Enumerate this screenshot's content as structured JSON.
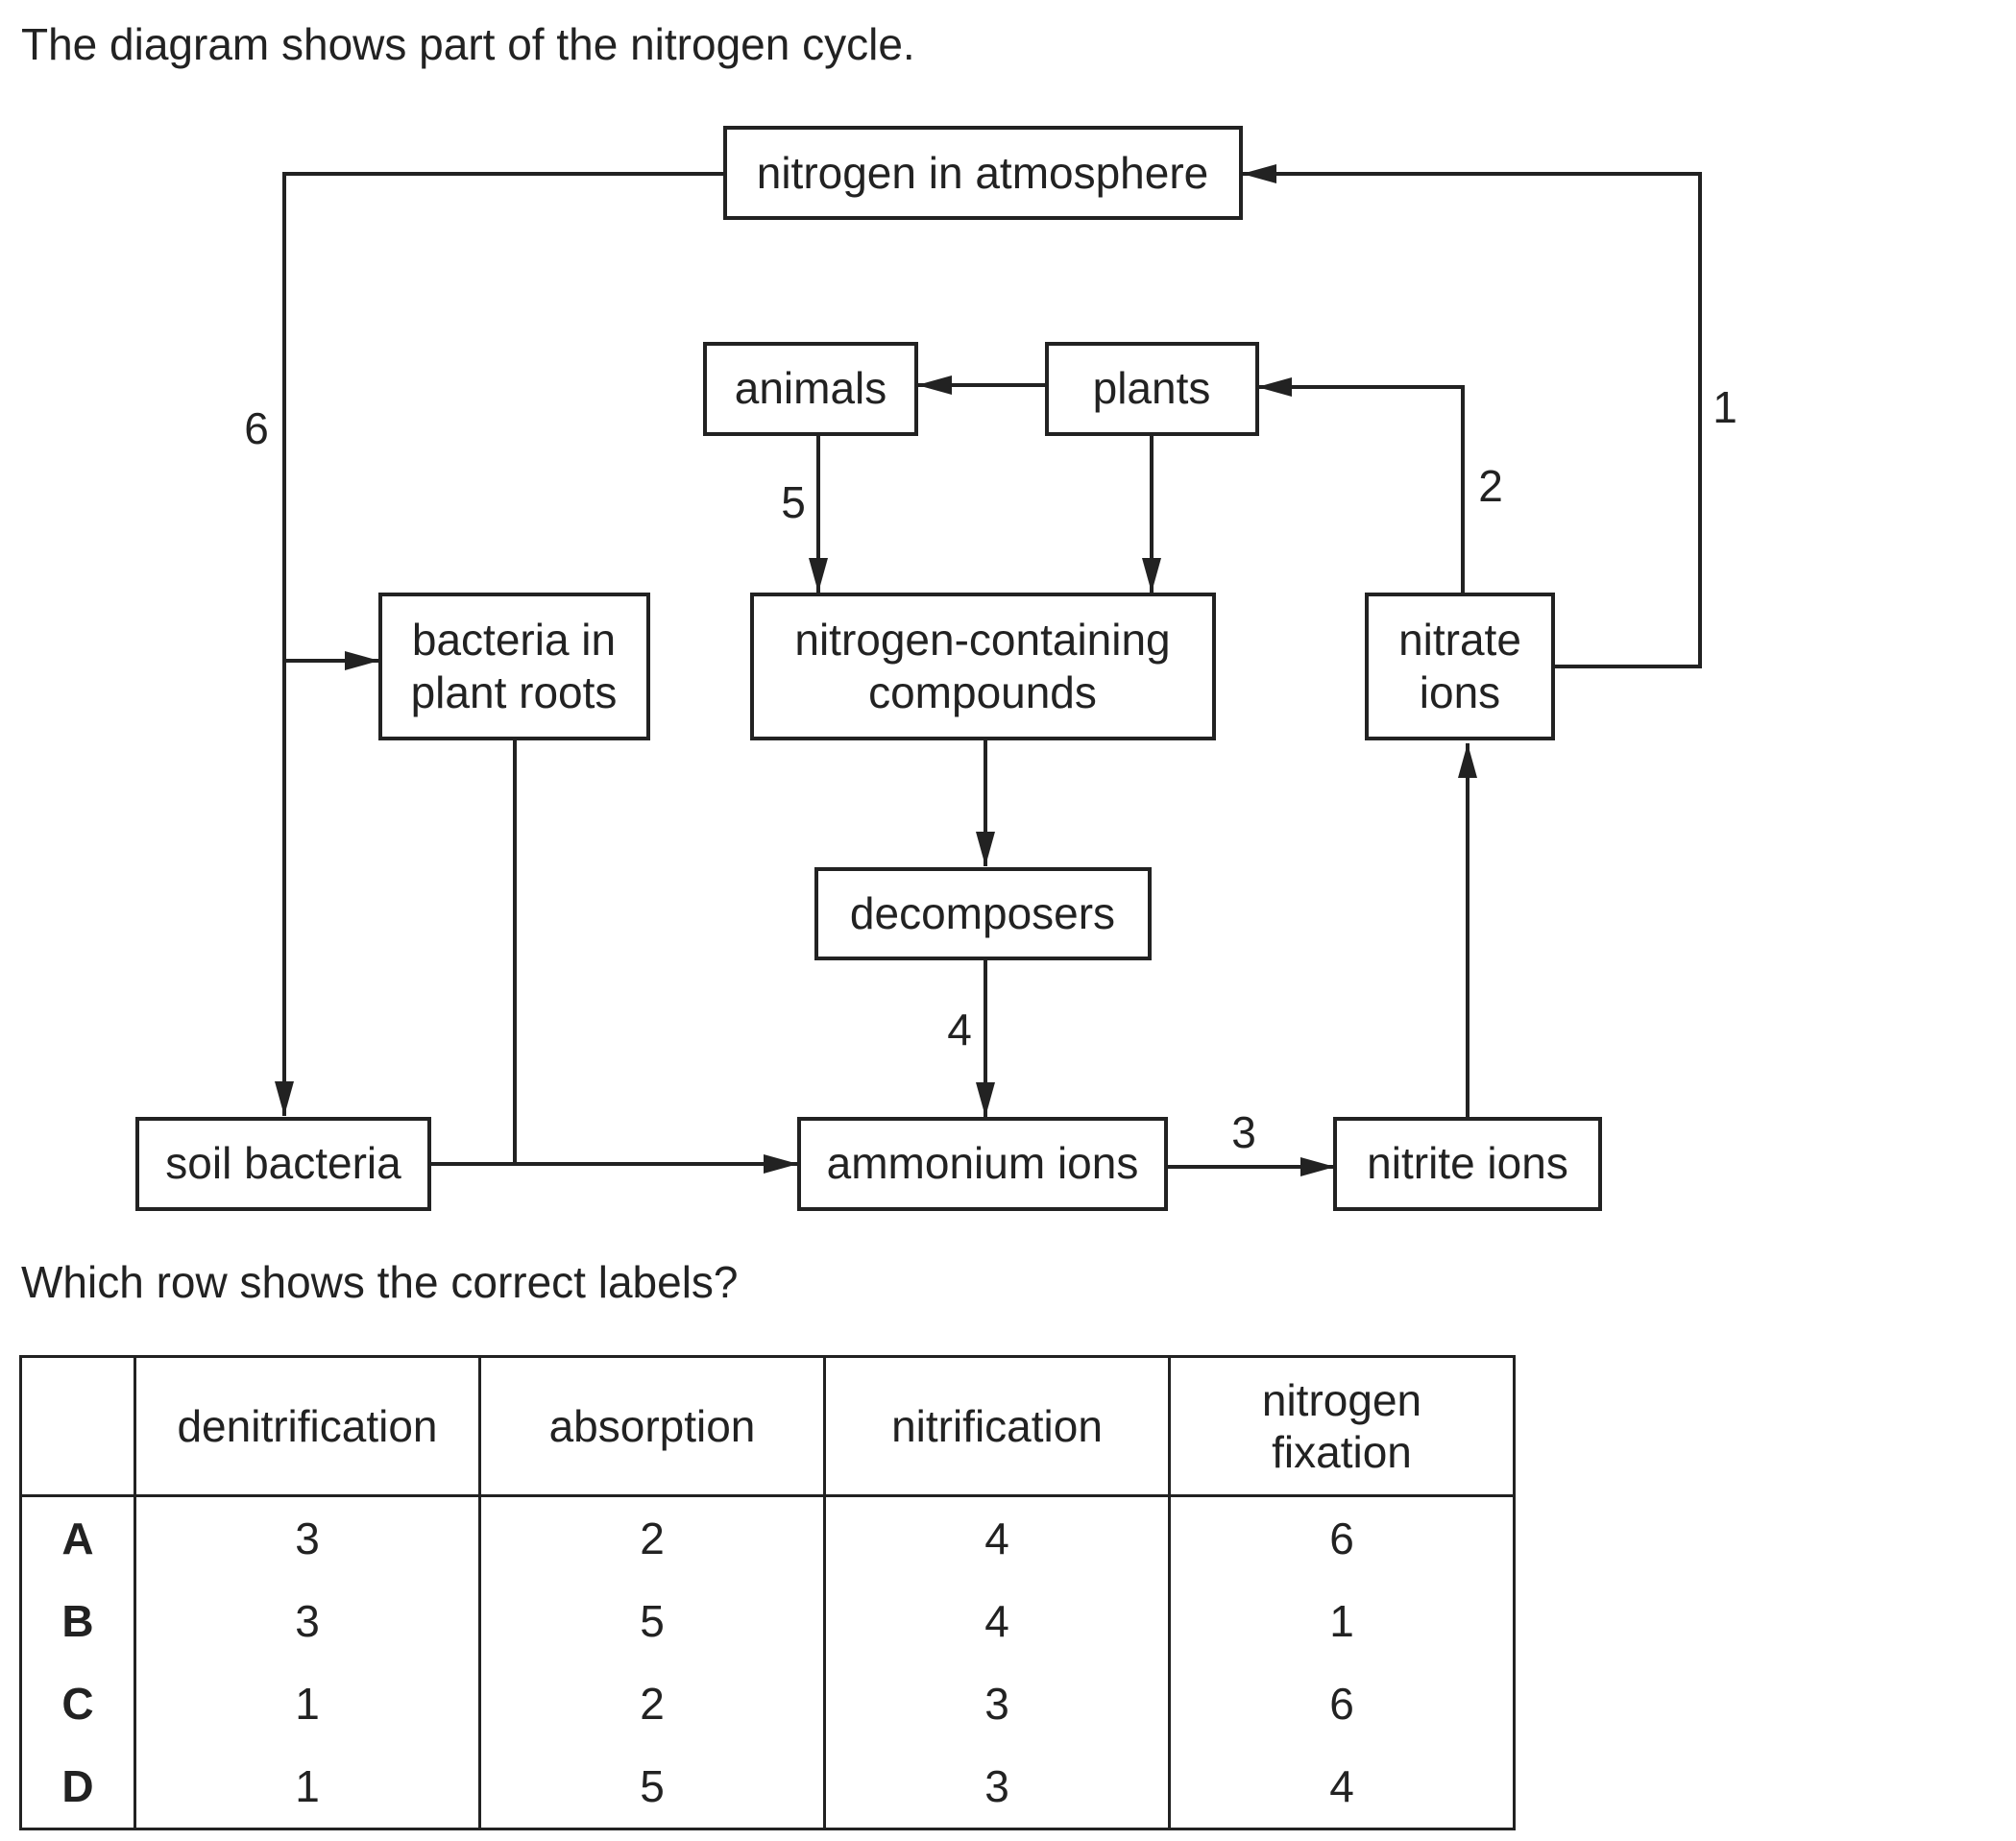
{
  "intro_text": "The diagram shows part of the nitrogen cycle.",
  "question_text": "Which row shows the correct labels?",
  "diagram": {
    "boxes": {
      "atmosphere": "nitrogen in atmosphere",
      "animals": "animals",
      "plants": "plants",
      "bacteria_line1": "bacteria in",
      "bacteria_line2": "plant roots",
      "compounds_line1": "nitrogen-containing",
      "compounds_line2": "compounds",
      "nitrate_line1": "nitrate",
      "nitrate_line2": "ions",
      "decomposers": "decomposers",
      "soil_bacteria": "soil bacteria",
      "ammonium": "ammonium ions",
      "nitrite": "nitrite ions"
    },
    "arrow_labels": {
      "n1": "1",
      "n2": "2",
      "n3": "3",
      "n4": "4",
      "n5": "5",
      "n6": "6"
    }
  },
  "table": {
    "headers": {
      "col1": "denitrification",
      "col2": "absorption",
      "col3": "nitrification",
      "col4_line1": "nitrogen",
      "col4_line2": "fixation"
    },
    "rows": [
      {
        "label": "A",
        "values": [
          "3",
          "2",
          "4",
          "6"
        ]
      },
      {
        "label": "B",
        "values": [
          "3",
          "5",
          "4",
          "1"
        ]
      },
      {
        "label": "C",
        "values": [
          "1",
          "2",
          "3",
          "6"
        ]
      },
      {
        "label": "D",
        "values": [
          "1",
          "5",
          "3",
          "4"
        ]
      }
    ]
  }
}
